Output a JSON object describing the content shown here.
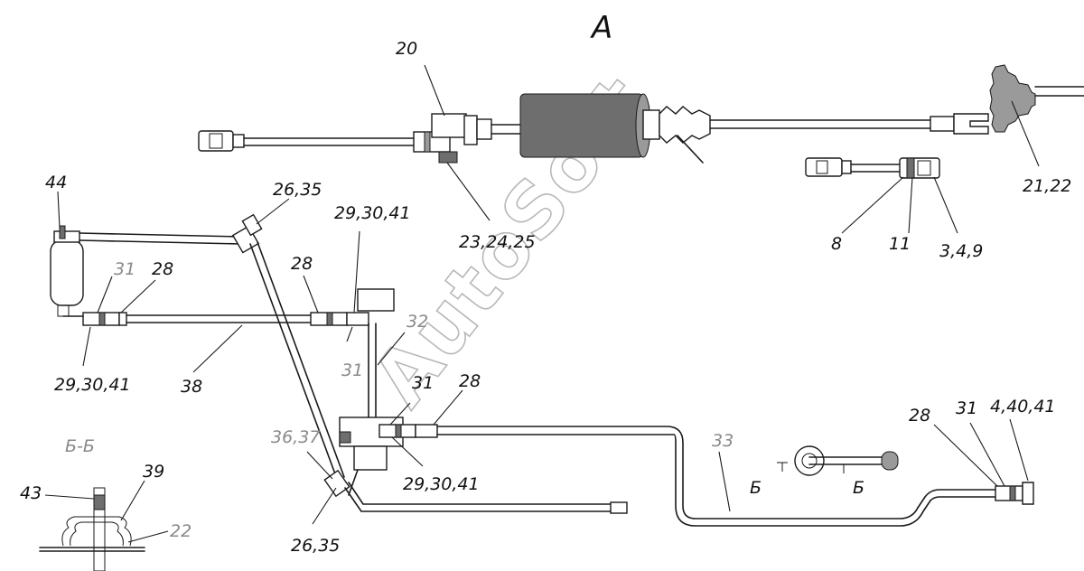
{
  "view_title": "A",
  "section_title": "Б-Б",
  "section_marks": [
    "Б",
    "Б"
  ],
  "watermark": "AutoSoft",
  "callouts": {
    "c20": "20",
    "c23_24_25": "23,24,25",
    "c21_22": "21,22",
    "c8": "8",
    "c11": "11",
    "c3_4_9": "3,4,9",
    "c44": "44",
    "c26_35_top": "26,35",
    "c29_30_41_top": "29,30,41",
    "c28_top": "28",
    "c31_left": "31",
    "c28_left": "28",
    "c29_30_41_left": "29,30,41",
    "c38": "38",
    "c32": "32",
    "c31_mid": "31",
    "c31_low": "31",
    "c28_low": "28",
    "c29_30_41_low": "29,30,41",
    "c36_37": "36,37",
    "c26_35_bottom": "26,35",
    "c33": "33",
    "c28_right": "28",
    "c31_right": "31",
    "c4_40_41": "4,40,41",
    "c43": "43",
    "c39": "39",
    "c22": "22"
  }
}
